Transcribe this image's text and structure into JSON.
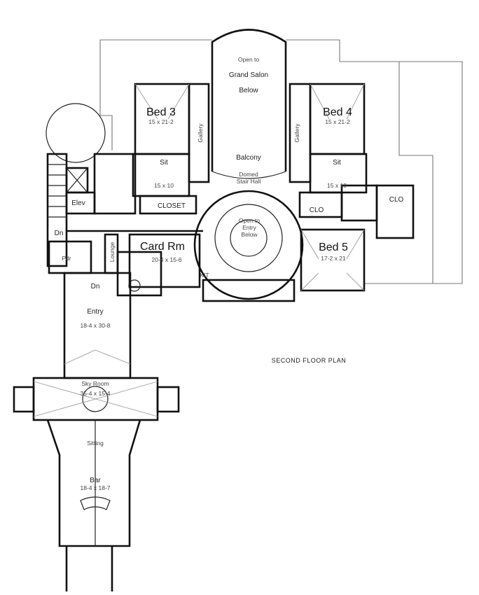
{
  "plan": {
    "title": "SECOND FLOOR PLAN",
    "rooms": {
      "grand_salon": {
        "line1": "Open to",
        "line2": "Grand Salon",
        "line3": "Below"
      },
      "balcony": "Balcony",
      "domed_stair_hall": {
        "line1": "Domed",
        "line2": "Stair Hall"
      },
      "open_to_entry": {
        "line1": "Open to",
        "line2": "Entry",
        "line3": "Below"
      },
      "bed3": {
        "name": "Bed 3",
        "size": "15 x 21-2"
      },
      "bed4": {
        "name": "Bed 4",
        "size": "15 x 21-2"
      },
      "bed5": {
        "name": "Bed 5",
        "size": "17-2 x 21"
      },
      "sit_left": {
        "name": "Sit",
        "size": "15 x 10"
      },
      "sit_right": {
        "name": "Sit",
        "size": "15 x 10"
      },
      "gallery_left": "Gallery",
      "gallery_right": "Gallery",
      "closet": "CLOSET",
      "clo_left": "CLO",
      "clo_right": "CLO",
      "elev": "Elev",
      "dn_left": "Dn",
      "dn_entry": "Dn",
      "pdr": "Pdr",
      "lounge": "Lounge",
      "card_rm": {
        "name": "Card Rm",
        "size": "20-4 x 15-6"
      },
      "kit": "KIT",
      "entry": {
        "name": "Entry",
        "size": "18-4 x 30-8"
      },
      "sky_room": {
        "name": "Sky Room",
        "size": "35-4 x 15-4"
      },
      "sitting": "Sitting",
      "bar": {
        "name": "Bar",
        "size": "18-4 x 18-7"
      }
    }
  }
}
